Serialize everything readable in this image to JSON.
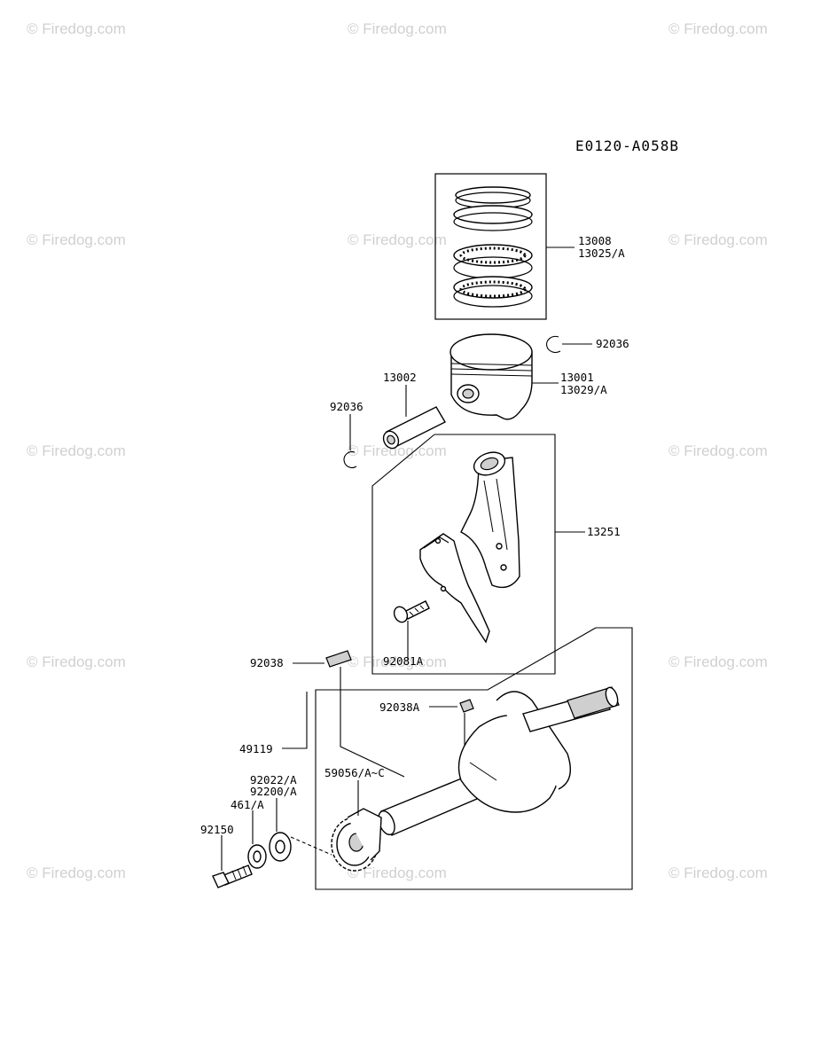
{
  "diagram_code": "E0120-A058B",
  "watermark_text": "© Firedog.com",
  "callouts": {
    "piston_ring_set": [
      "13008",
      "13025/A"
    ],
    "circlip_right": "92036",
    "piston": [
      "13001",
      "13029/A"
    ],
    "piston_pin": "13002",
    "circlip_left": "92036",
    "connecting_rod": "13251",
    "rod_bolt": "92081A",
    "key_upper": "92038",
    "key_lower": "92038A",
    "crankshaft": "49119",
    "crank_gear": "59056/A~C",
    "washer": [
      "92022/A",
      "92200/A"
    ],
    "lock_washer": "461/A",
    "bolt": "92150"
  }
}
